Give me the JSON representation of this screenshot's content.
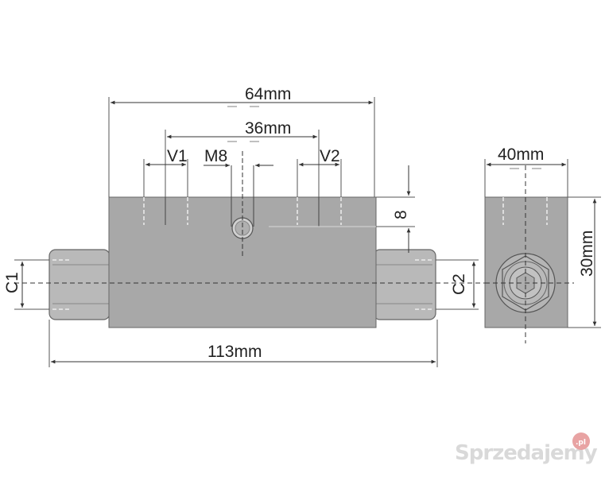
{
  "labels": {
    "width_64": "64mm",
    "width_36": "36mm",
    "port_v1": "V1",
    "port_m8": "M8",
    "port_v2": "V2",
    "depth_8": "8",
    "length_113": "113mm",
    "width_40": "40mm",
    "height_30": "30mm",
    "port_c1": "C1",
    "port_c2": "C2"
  },
  "watermark": {
    "text": "Sprzedajemy",
    "badge": ".pl"
  },
  "colors": {
    "body": "#a8a8a8",
    "fitting": "#b9b9b9",
    "line": "#555555",
    "text": "#222222"
  }
}
